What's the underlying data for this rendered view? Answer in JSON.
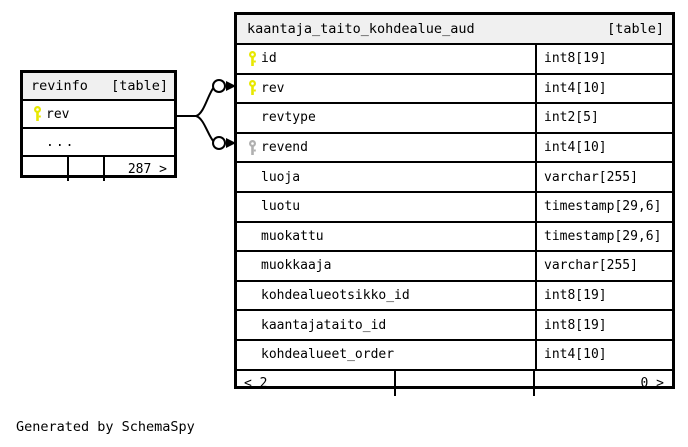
{
  "diagram": {
    "generator_caption": "Generated by SchemaSpy",
    "colors": {
      "background": "#ffffff",
      "border": "#000000",
      "header_fill": "#f0f0f0",
      "primary_key": "#e8e800",
      "foreign_key": "#b0b0b0"
    }
  },
  "tables": {
    "aud": {
      "name": "kaantaja_taito_kohdealue_aud",
      "kind": "[table]",
      "columns": [
        {
          "key": "primary-key-icon",
          "name": "id",
          "type": "int8[19]"
        },
        {
          "key": "primary-key-icon",
          "name": "rev",
          "type": "int4[10]"
        },
        {
          "key": "none",
          "name": "revtype",
          "type": "int2[5]"
        },
        {
          "key": "foreign-key-icon",
          "name": "revend",
          "type": "int4[10]"
        },
        {
          "key": "none",
          "name": "luoja",
          "type": "varchar[255]"
        },
        {
          "key": "none",
          "name": "luotu",
          "type": "timestamp[29,6]"
        },
        {
          "key": "none",
          "name": "muokattu",
          "type": "timestamp[29,6]"
        },
        {
          "key": "none",
          "name": "muokkaaja",
          "type": "varchar[255]"
        },
        {
          "key": "none",
          "name": "kohdealueotsikko_id",
          "type": "int8[19]"
        },
        {
          "key": "none",
          "name": "kaantajataito_id",
          "type": "int8[19]"
        },
        {
          "key": "none",
          "name": "kohdealueet_order",
          "type": "int4[10]"
        }
      ],
      "footer": {
        "left": "< 2",
        "middle": "",
        "right": "0 >"
      }
    },
    "revinfo": {
      "name": "revinfo",
      "kind": "[table]",
      "columns": [
        {
          "key": "primary-key-icon",
          "name": "rev",
          "type": ""
        },
        {
          "key": "none",
          "name": "...",
          "type": ""
        }
      ],
      "footer": {
        "left": "",
        "middle": "",
        "right": "287 >"
      }
    }
  }
}
